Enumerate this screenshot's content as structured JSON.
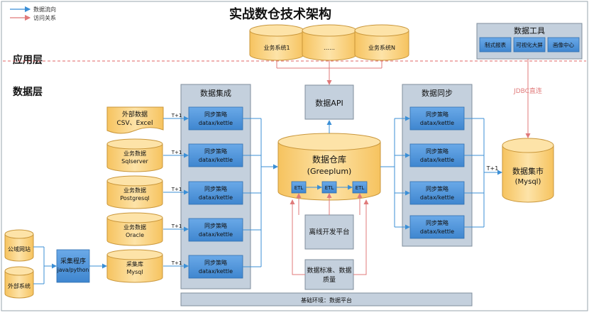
{
  "title": "实战数仓技术架构",
  "legend": {
    "data_flow": "数据流向",
    "access": "访问关系"
  },
  "layers": {
    "application": "应用层",
    "data": "数据层"
  },
  "business_systems": [
    "业务系统1",
    "……",
    "业务系统N"
  ],
  "tools": {
    "title": "数据工具",
    "items": [
      "制式报表",
      "可视化大屏",
      "画像中心"
    ]
  },
  "integration": {
    "title": "数据集成",
    "strategy_line1": "同步策略",
    "strategy_line2": "datax/kettle"
  },
  "sync": {
    "title": "数据同步",
    "strategy_line1": "同步策略",
    "strategy_line2": "datax/kettle"
  },
  "sources": [
    {
      "line1": "外部数据",
      "line2": "CSV、Excel"
    },
    {
      "line1": "业务数据",
      "line2": "Sqlserver"
    },
    {
      "line1": "业务数据",
      "line2": "Postgresql"
    },
    {
      "line1": "业务数据",
      "line2": "Oracle"
    },
    {
      "line1": "采集库",
      "line2": "Mysql"
    }
  ],
  "crawler": {
    "line1": "采集程序",
    "line2": "java/python"
  },
  "web_sources": [
    "公域网站",
    "外部系统"
  ],
  "t_plus_1": "T+1",
  "api": "数据API",
  "warehouse": {
    "line1": "数据仓库",
    "line2": "(Greeplum)",
    "etl": "ETL"
  },
  "offline": "离线开发平台",
  "quality": {
    "line1": "数据标准、数据",
    "line2": "质量"
  },
  "mart": {
    "line1": "数据集市",
    "line2": "(Mysql)"
  },
  "jdbc": "JDBC直连",
  "base": "基础环境：数据平台",
  "colors": {
    "flow": "#3b8fd6",
    "access": "#e07a7a",
    "cylinder": "#fbd27f",
    "panel": "#c4d0dd",
    "box": "#4f93d8",
    "layer_divider": "#e06666"
  }
}
